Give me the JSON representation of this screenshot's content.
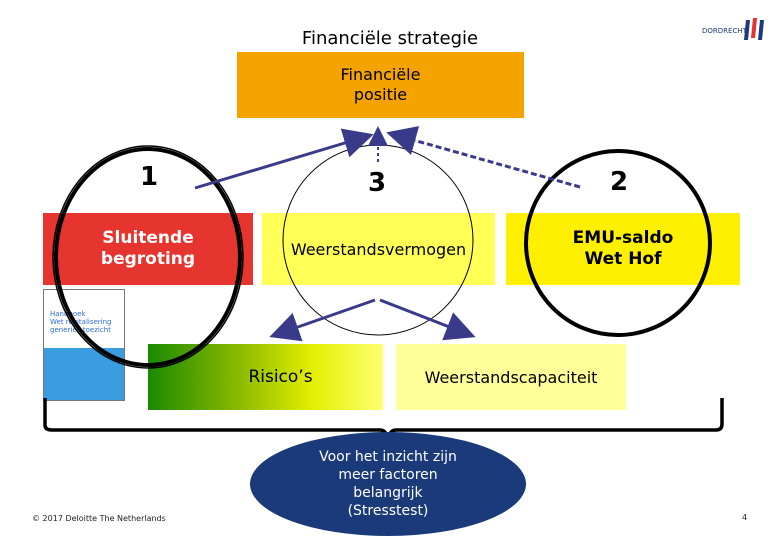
{
  "title": "Financiële strategie",
  "boxes": {
    "financiele_positie": "Financiële\npositie",
    "sluitende_begroting": "Sluitende\nbegroting",
    "weerstandsvermogen": "Weerstandsvermogen",
    "emu_saldo": "EMU-saldo\nWet Hof",
    "risicos": "Risico’s",
    "weerstandscapaciteit": "Weerstandscapaciteit"
  },
  "numbers": {
    "one": "1",
    "two": "2",
    "three": "3"
  },
  "oval_text": "Voor het inzicht zijn\nmeer factoren\nbelangrijk\n(Stresstest)",
  "book": {
    "text": "Handboek\nWet revitalisering\ngeneriek toezicht"
  },
  "logo_text": "DORDRECHT",
  "footer": "© 2017 Deloitte The Netherlands",
  "page_number": "4",
  "colors": {
    "orange": "#f5a300",
    "red": "#e6342f",
    "yellow": "#ffef00",
    "navy": "#1a3a7a",
    "arrow": "#3a3a8a"
  }
}
